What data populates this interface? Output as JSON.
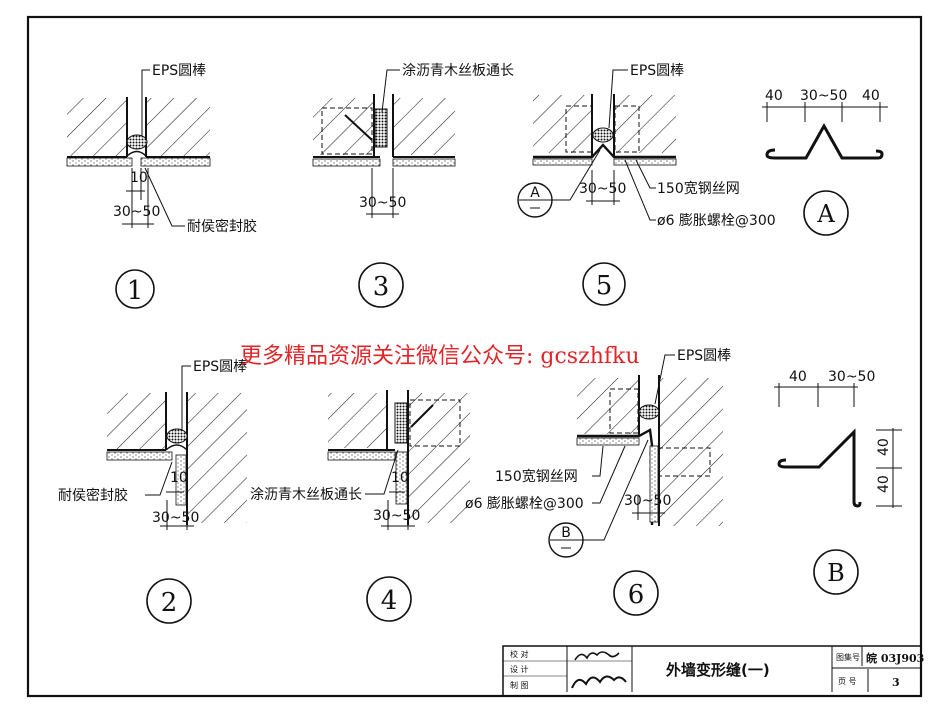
{
  "drawing": {
    "title": "外墙变形缝(一)",
    "atlas_label": "图集号",
    "atlas_code": "皖 03J903",
    "page_label": "页 号",
    "page_number": "3",
    "roles": [
      "校 对",
      "设 计",
      "制 图"
    ]
  },
  "watermark": "更多精品资源关注微信公众号: gcszhfku",
  "details": [
    {
      "id": "1",
      "labels": {
        "top": "EPS圆棒",
        "bottom": "耐侯密封胶"
      },
      "dims": {
        "gap": "10",
        "width": "30~50"
      }
    },
    {
      "id": "2",
      "labels": {
        "top": "EPS圆棒",
        "left": "耐侯密封胶"
      },
      "dims": {
        "gap": "10",
        "width": "30~50"
      }
    },
    {
      "id": "3",
      "labels": {
        "top": "涂沥青木丝板通长"
      },
      "dims": {
        "width": "30~50"
      }
    },
    {
      "id": "4",
      "labels": {
        "left": "涂沥青木丝板通长"
      },
      "dims": {
        "gap": "10",
        "width": "30~50"
      }
    },
    {
      "id": "5",
      "labels": {
        "top": "EPS圆棒",
        "mesh": "150宽钢丝网",
        "bolt": "ø6 膨胀螺栓@300",
        "ref": "A"
      },
      "dims": {
        "width": "30~50"
      }
    },
    {
      "id": "6",
      "labels": {
        "top": "EPS圆棒",
        "mesh": "150宽钢丝网",
        "bolt": "ø6 膨胀螺栓@300",
        "ref": "B"
      },
      "dims": {
        "width": "30~50"
      }
    }
  ],
  "profiles": [
    {
      "id": "A",
      "dims": [
        "40",
        "30~50",
        "40"
      ]
    },
    {
      "id": "B",
      "dims_h": [
        "40",
        "30~50"
      ],
      "dims_v": [
        "40",
        "40"
      ]
    }
  ]
}
